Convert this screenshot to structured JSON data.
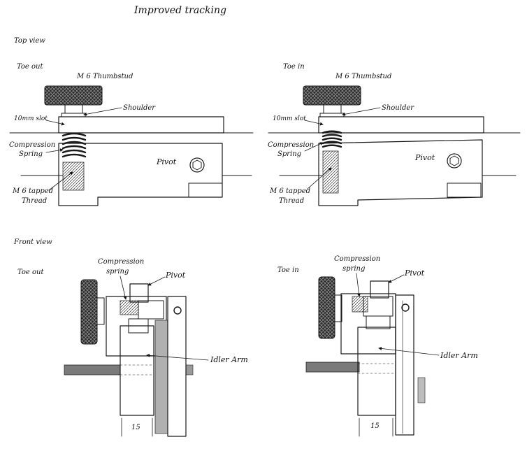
{
  "title": "Improved tracking",
  "sections": {
    "top_view": "Top view",
    "front_view": "Front view"
  },
  "top_left": {
    "mode": "Toe out",
    "thumbstud": "M 6 Thumbstud",
    "shoulder": "Shoulder",
    "slot": "10mm slot",
    "spring_1": "Compression",
    "spring_2": "Spring",
    "pivot": "Pivot",
    "thread_1": "M 6 tapped",
    "thread_2": "Thread"
  },
  "top_right": {
    "mode": "Toe in",
    "thumbstud": "M 6 Thumbstud",
    "shoulder": "Shoulder",
    "slot": "10mm slot",
    "spring_1": "Compression",
    "spring_2": "Spring",
    "pivot": "Pivot",
    "thread_1": "M 6 tapped",
    "thread_2": "Thread"
  },
  "front_left": {
    "mode": "Toe out",
    "spring_1": "Compression",
    "spring_2": "spring",
    "pivot": "Pivot",
    "idler": "Idler Arm",
    "dimension": "15"
  },
  "front_right": {
    "mode": "Toe in",
    "spring_1": "Compression",
    "spring_2": "spring",
    "pivot": "Pivot",
    "idler": "Idler Arm",
    "dimension": "15"
  }
}
